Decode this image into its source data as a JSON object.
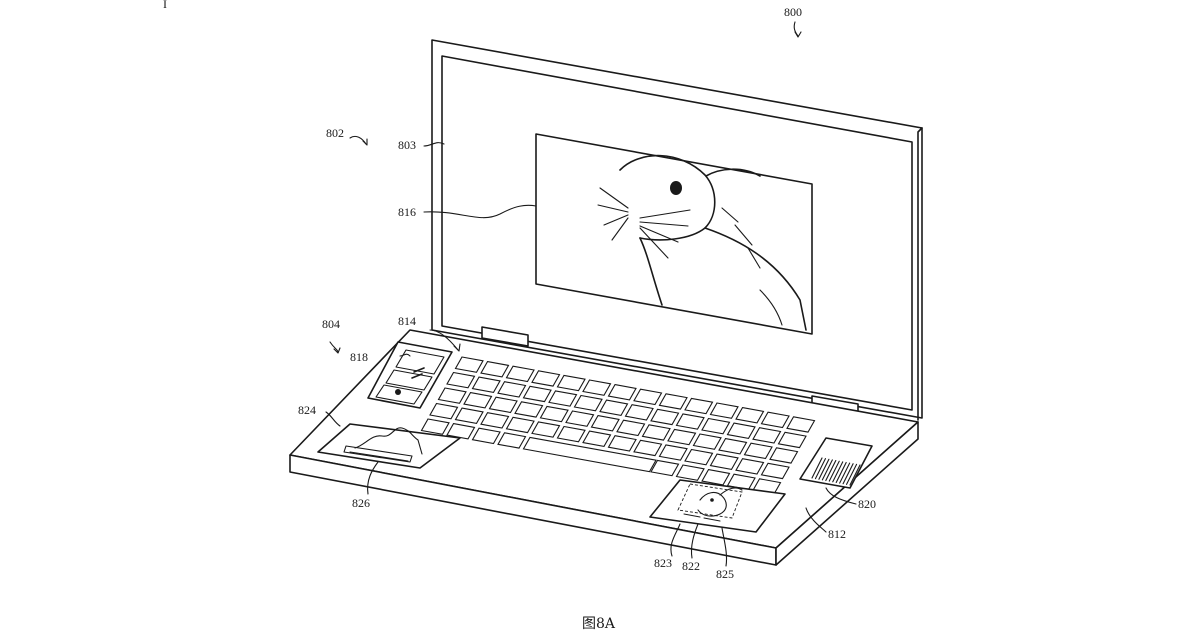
{
  "figure": {
    "caption": "图8A",
    "stray_mark": "I"
  },
  "labels": {
    "l800": "800",
    "l802": "802",
    "l803": "803",
    "l804": "804",
    "l812": "812",
    "l814": "814",
    "l816": "816",
    "l818": "818",
    "l820": "820",
    "l822": "822",
    "l823": "823",
    "l824": "824",
    "l825": "825",
    "l826": "826"
  }
}
